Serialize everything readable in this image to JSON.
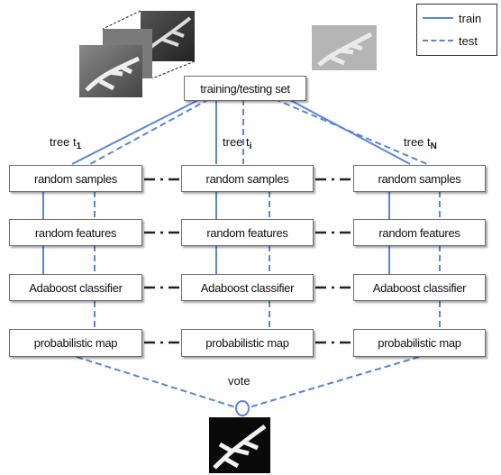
{
  "legend": {
    "train": "train",
    "test": "test"
  },
  "top_box": "training/testing set",
  "trees": [
    {
      "label": "tree t",
      "sub": "1"
    },
    {
      "label": "tree t",
      "sub": "i"
    },
    {
      "label": "tree t",
      "sub": "N"
    }
  ],
  "rows": {
    "samples": "random samples",
    "features": "random features",
    "classifier": "Adaboost classifier",
    "map": "probabilistic map"
  },
  "vote": "vote",
  "colors": {
    "line": "#5b86d6",
    "border": "#6f6f6f"
  }
}
